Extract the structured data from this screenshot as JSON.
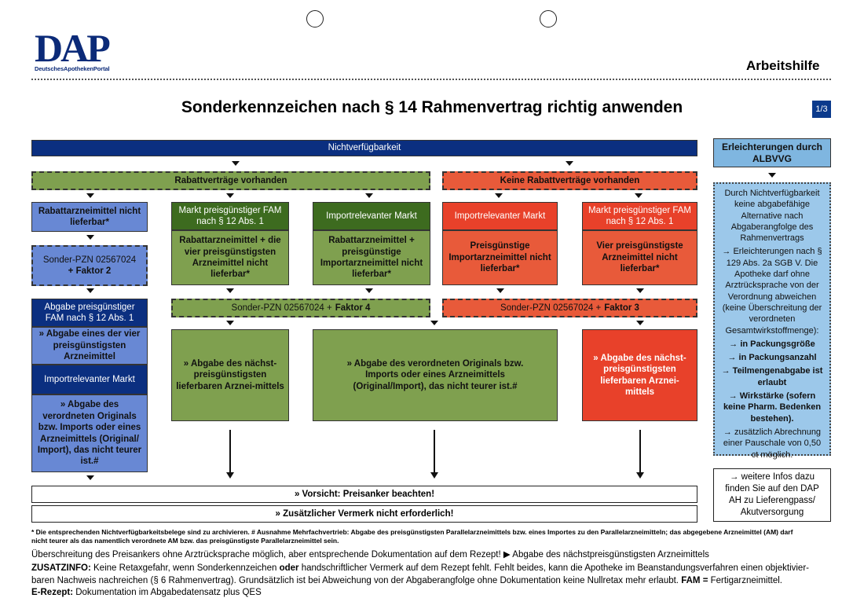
{
  "header": {
    "logo_text": "DAP",
    "logo_sub": "DeutschesApothekenPortal",
    "sheet_label": "Arbeitshilfe",
    "title": "Sonderkennzeichen nach § 14 Rahmenvertrag richtig anwenden",
    "page": "1/3"
  },
  "diagram": {
    "top": "Nichtverfügbarkeit",
    "rabatt_yes": "Rabattverträge vorhanden",
    "rabatt_no": "Keine Rabattverträge vorhanden",
    "left_col": {
      "a": "Rabattarzneimittel nicht lieferbar*",
      "b_pre": "Sonder-PZN 02567024",
      "b_bold": "+ Faktor 2",
      "c": "Abgabe preisgünstiger FAM nach § 12 Abs. 1",
      "d": "» Abgabe eines der vier preisgünstigsten Arzneimittel",
      "e": "Importrelevanter Markt",
      "f": "» Abgabe des verordneten Originals bzw. Imports oder eines Arzneimittels (Original/ Import), das nicht teurer ist.#"
    },
    "g1": {
      "head": "Markt preisgünstiger FAM nach § 12 Abs. 1",
      "body": "Rabattarzneimittel + die vier preisgünstigsten Arzneimittel nicht lieferbar*"
    },
    "g2": {
      "head": "Importrelevanter Markt",
      "body": "Rabattarzneimittel + preisgünstige Importarzneimittel nicht lieferbar*"
    },
    "r1": {
      "head": "Importrelevanter Markt",
      "body": "Preisgünstige Importarzneimittel nicht lieferbar*"
    },
    "r2": {
      "head": "Markt preisgünstiger FAM nach § 12 Abs. 1",
      "body": "Vier preisgünstigste Arzneimittel nicht lieferbar*"
    },
    "pzn_green_pre": "Sonder-PZN 02567024 +",
    "pzn_green_bold": "Faktor 4",
    "pzn_red_pre": "Sonder-PZN 02567024 +",
    "pzn_red_bold": "Faktor 3",
    "out_g1": "» Abgabe des nächst-preisgünstigsten lieferbaren Arznei-mittels",
    "out_g2": "» Abgabe des verordneten Originals bzw. Imports oder eines Arzneimittels (Original/Import), das nicht teurer ist.#",
    "out_r": "» Abgabe des nächst-preisgünstigsten lieferbaren Arznei-mittels",
    "bottom1": "» Vorsicht: Preisanker beachten!",
    "bottom2": "» Zusätzlicher Vermerk nicht erforderlich!"
  },
  "side": {
    "head": "Erleichterungen durch ALBVVG",
    "p1": "Durch Nichtverfügbarkeit keine abgabefähige Alternative nach Abgaberangfolge des Rahmenvertrags",
    "p2": "→ Erleichterungen nach § 129 Abs. 2a SGB V. Die Apotheke darf ohne Arztrücksprache von der Verordnung abweichen (keine Überschreitung der verordneten Gesamtwirkstoffmenge):",
    "i1": "→ in Packungsgröße",
    "i2": "→ in Packungsanzahl",
    "i3": "→ Teilmengenabgabe ist erlaubt",
    "i4": "→ Wirkstärke (sofern keine Pharm. Bedenken bestehen).",
    "p3": "→ zusätzlich Abrechnung einer Pauschale von 0,50 ct möglich.",
    "info": "→ weitere Infos dazu finden Sie auf den DAP AH zu Lieferengpass/ Akutversorgung"
  },
  "footer": {
    "fn1": "* Die entsprechenden Nichtverfügbarkeitsbelege sind zu archivieren. # Ausnahme Mehrfachvertrieb: Abgabe des preisgünstigsten Parallelarzneimittels bzw. eines Importes zu den Parallelarzneimitteln; das abgegebene Arzneimittel (AM) darf",
    "fn2": "nicht teurer als das namentlich verordnete AM bzw. das preisgünstigste Parallelarzneimittel sein.",
    "line1": "Überschreitung des Preisankers ohne Arztrücksprache möglich, aber entsprechende Dokumentation auf dem Rezept! ▶ Abgabe des nächstpreisgünstigsten Arzneimittels",
    "zusatz_label": "ZUSATZINFO:",
    "zusatz_a": "Keine Retaxgefahr, wenn Sonderkennzeichen",
    "zusatz_oder": "oder",
    "zusatz_b": "handschriftlicher Vermerk auf dem Rezept fehlt. Fehlt beides, kann die Apotheke im Beanstandungsverfahren einen objektivier-",
    "zusatz_c": "baren Nachweis nachreichen (§ 6 Rahmenvertrag). Grundsätzlich ist bei Abweichung von der Abgaberangfolge ohne Dokumentation keine Nullretax mehr erlaubt.",
    "fam_label": "FAM =",
    "fam_text": "Fertigarzneimittel.",
    "erezept_label": "E-Rezept:",
    "erezept_text": "Dokumentation im Abgabedatensatz plus QES"
  }
}
